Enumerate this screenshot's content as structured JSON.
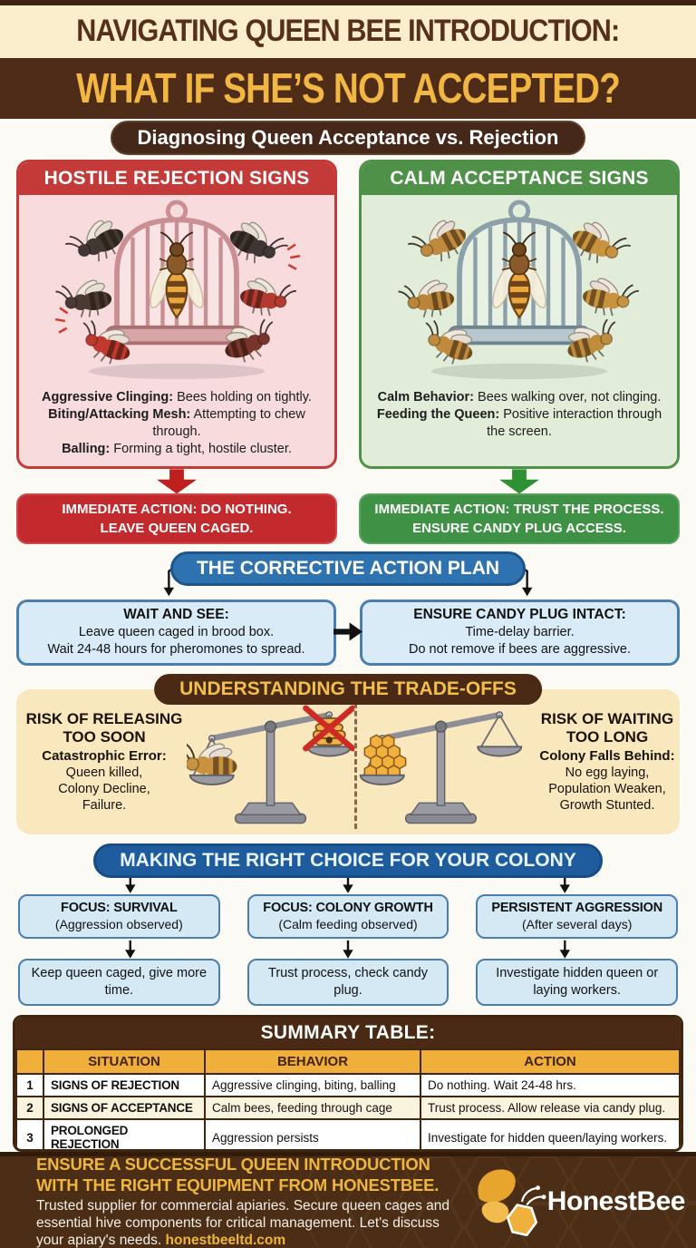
{
  "title": {
    "line1": "NAVIGATING QUEEN BEE INTRODUCTION:",
    "line2": "WHAT IF SHE’S NOT ACCEPTED?"
  },
  "subtitle": "Diagnosing Queen Acceptance vs. Rejection",
  "rejection_panel": {
    "header": "HOSTILE REJECTION SIGNS",
    "captions": [
      {
        "bold": "Aggressive Clinging:",
        "text": " Bees holding on tightly."
      },
      {
        "bold": "Biting/Attacking Mesh:",
        "text": " Attempting to chew through."
      },
      {
        "bold": "Balling:",
        "text": " Forming a tight, hostile cluster."
      }
    ],
    "banner_line1": "IMMEDIATE ACTION: DO NOTHING.",
    "banner_line2": "LEAVE QUEEN CAGED."
  },
  "acceptance_panel": {
    "header": "CALM ACCEPTANCE SIGNS",
    "captions": [
      {
        "bold": "Calm Behavior:",
        "text": " Bees walking over, not clinging."
      },
      {
        "bold": "Feeding the Queen:",
        "text": " Positive interaction through the screen."
      }
    ],
    "banner_line1": "IMMEDIATE ACTION: TRUST THE PROCESS.",
    "banner_line2": "ENSURE CANDY PLUG ACCESS."
  },
  "corrective": {
    "pill": "THE CORRECTIVE ACTION PLAN",
    "left": {
      "title": "WAIT AND SEE:",
      "line1": "Leave queen caged in brood box.",
      "line2": "Wait 24-48 hours for pheromones to spread."
    },
    "right": {
      "title": "ENSURE CANDY PLUG INTACT:",
      "line1": "Time-delay barrier.",
      "line2": "Do not remove if bees are aggressive."
    }
  },
  "tradeoffs": {
    "pill": "UNDERSTANDING THE TRADE-OFFS",
    "left": {
      "title": "RISK OF RELEASING TOO SOON",
      "subtitle": "Catastrophic Error:",
      "lines": [
        "Queen killed,",
        "Colony Decline,",
        "Failure."
      ]
    },
    "right": {
      "title": "RISK OF WAITING TOO LONG",
      "subtitle": "Colony Falls Behind:",
      "lines": [
        "No egg laying,",
        "Population Weaken,",
        "Growth Stunted."
      ]
    }
  },
  "choice": {
    "pill": "MAKING THE RIGHT CHOICE FOR YOUR COLONY",
    "boxes": [
      {
        "title": "FOCUS: SURVIVAL",
        "sub": "(Aggression observed)",
        "outcome": "Keep queen caged, give more time."
      },
      {
        "title": "FOCUS: COLONY GROWTH",
        "sub": "(Calm feeding observed)",
        "outcome": "Trust process, check candy plug."
      },
      {
        "title": "PERSISTENT AGGRESSION",
        "sub": "(After several days)",
        "outcome": "Investigate hidden queen or laying workers."
      }
    ]
  },
  "table": {
    "title": "SUMMARY TABLE:",
    "headers": {
      "situation": "SITUATION",
      "behavior": "BEHAVIOR",
      "action": "ACTION"
    },
    "rows": [
      {
        "num": "1",
        "situation": "SIGNS OF REJECTION",
        "behavior": "Aggressive clinging, biting, balling",
        "action": "Do nothing. Wait 24-48 hrs."
      },
      {
        "num": "2",
        "situation": "SIGNS OF ACCEPTANCE",
        "behavior": "Calm bees, feeding through cage",
        "action": "Trust process. Allow release via candy plug."
      },
      {
        "num": "3",
        "situation": "PROLONGED REJECTION",
        "behavior": "Aggression persists",
        "action": "Investigate for hidden queen/laying workers."
      }
    ]
  },
  "footer": {
    "heading_line1": "ENSURE A SUCCESSFUL QUEEN INTRODUCTION",
    "heading_line2": "WITH THE RIGHT EQUIPMENT FROM HONESTBEE.",
    "body": "Trusted supplier for commercial apiaries. Secure queen cages and essential hive components for critical management. Let's discuss your apiary's needs. ",
    "link": "honestbeeltd.com",
    "brand": "HonestBee"
  },
  "colors": {
    "brown_dark": "#4C2B15",
    "gold": "#F2B643",
    "red": "#C43A38",
    "red_banner": "#C32A2D",
    "green": "#4F9149",
    "green_banner": "#3F9245",
    "blue": "#2E72B0",
    "blue_dark": "#1E5C9E",
    "light_blue_box": "#D9EBF7",
    "tan_panel": "#F9E7BE",
    "cream": "#FAEECD"
  }
}
